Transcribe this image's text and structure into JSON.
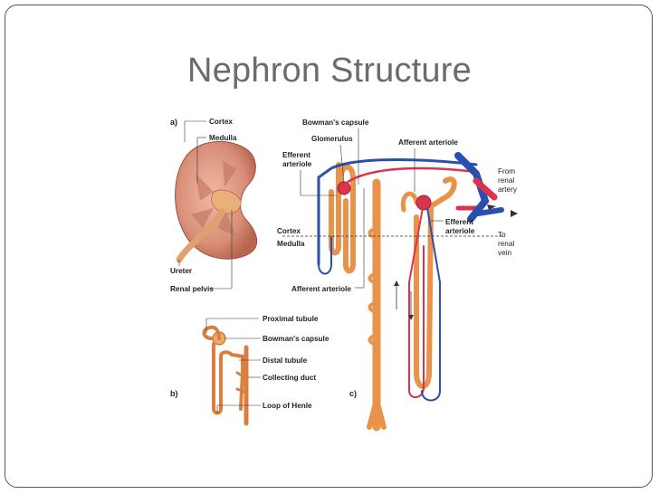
{
  "slide": {
    "title": "Nephron Structure"
  },
  "figure": {
    "panel_a": {
      "marker": "a)",
      "labels": {
        "cortex": "Cortex",
        "medulla": "Medulla",
        "ureter": "Ureter",
        "renal_pelvis": "Renal pelvis"
      }
    },
    "panel_b": {
      "marker": "b)",
      "labels": {
        "proximal_tubule": "Proximal tubule",
        "bowmans_capsule": "Bowman's capsule",
        "distal_tubule": "Distal tubule",
        "collecting_duct": "Collecting duct",
        "loop_of_henle": "Loop of Henle"
      }
    },
    "panel_c": {
      "marker": "c)",
      "labels": {
        "bowmans_capsule": "Bowman's capsule",
        "glomerulus": "Glomerulus",
        "efferent_arteriole_1": "Efferent",
        "efferent_arteriole_2": "arteriole",
        "afferent_arteriole_top": "Afferent arteriole",
        "from_renal_artery_1": "From",
        "from_renal_artery_2": "renal",
        "from_renal_artery_3": "artery",
        "efferent_arteriole_r1": "Efferent",
        "efferent_arteriole_r2": "arteriole",
        "to_renal_vein_1": "To",
        "to_renal_vein_2": "renal",
        "to_renal_vein_3": "vein",
        "cortex": "Cortex",
        "medulla": "Medulla",
        "afferent_arteriole_bottom": "Afferent arteriole"
      }
    },
    "colors": {
      "tubule": "#e8924a",
      "tubule_dark": "#c9702e",
      "artery": "#d9334d",
      "vein": "#2a4fb0",
      "kidney": "#d98f78",
      "kidney_dark": "#b8664f"
    }
  }
}
